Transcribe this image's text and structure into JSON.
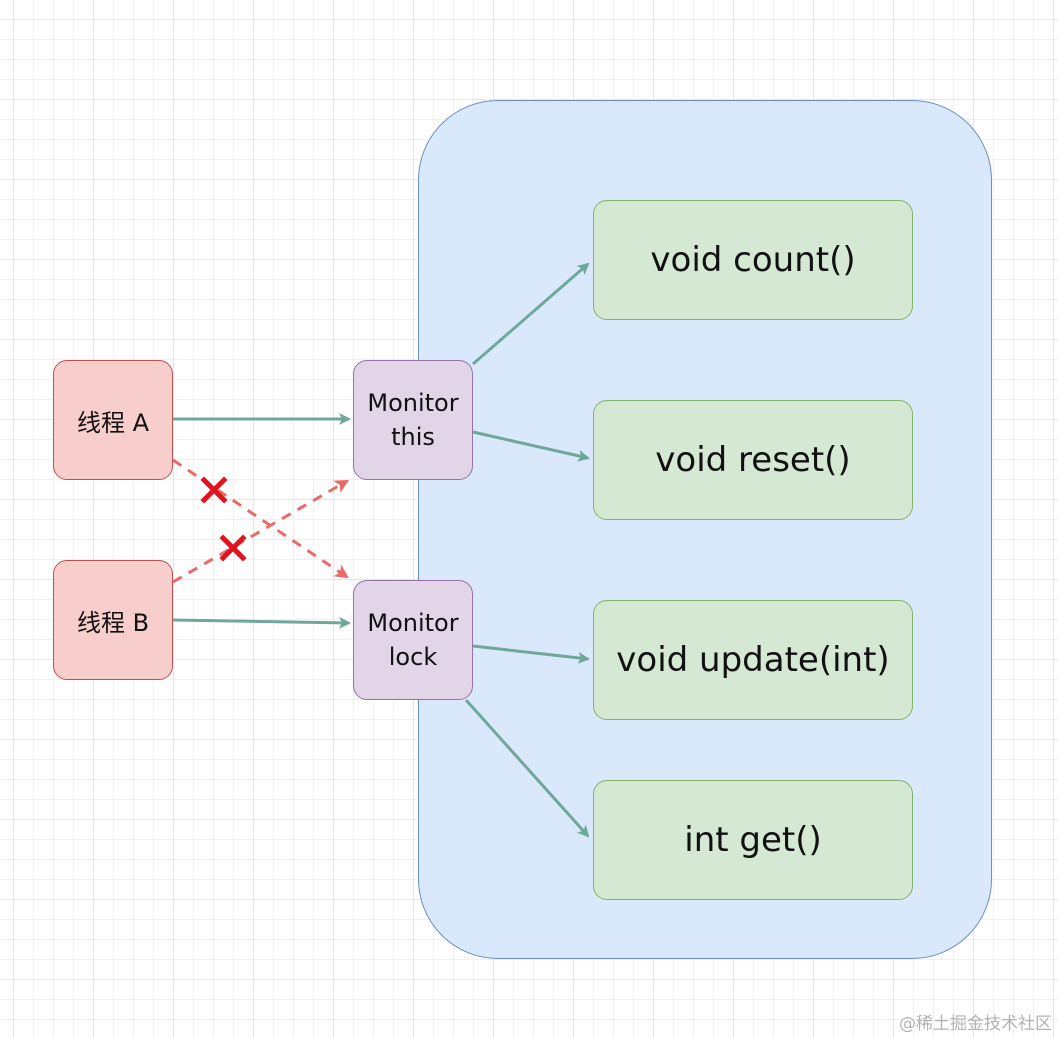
{
  "threads": {
    "a": "线程 A",
    "b": "线程 B"
  },
  "monitors": {
    "this": {
      "line1": "Monitor",
      "line2": "this"
    },
    "lock": {
      "line1": "Monitor",
      "line2": "lock"
    }
  },
  "methods": {
    "count": "void count()",
    "reset": "void reset()",
    "update": "void update(int)",
    "get": "int get()"
  },
  "watermark": "@稀土掘金技术社区",
  "colors": {
    "container_fill": "#dae8fc",
    "container_stroke": "#6c8ebf",
    "thread_fill": "#f8cecc",
    "thread_stroke": "#b85450",
    "monitor_fill": "#e1d5e7",
    "monitor_stroke": "#9673a6",
    "method_fill": "#d5e8d4",
    "method_stroke": "#82b366",
    "allowed_arrow": "#6fa79a",
    "blocked_arrow": "#ea6b66",
    "block_mark": "#e0141e"
  }
}
